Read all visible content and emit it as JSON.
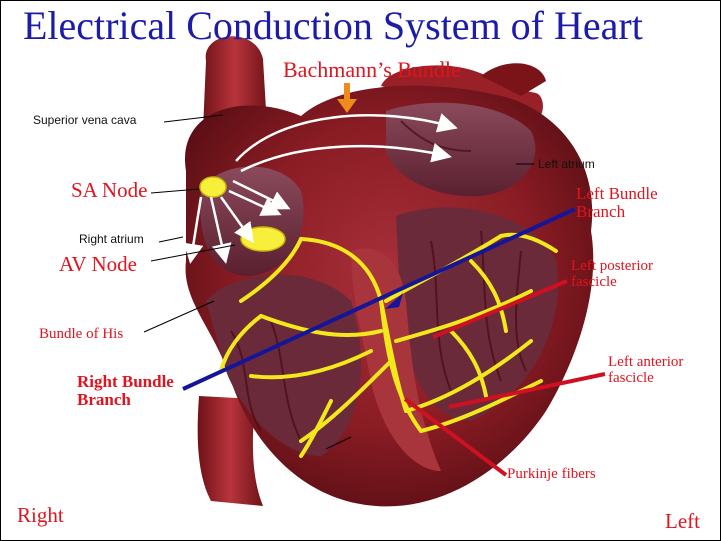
{
  "title": "Electrical Conduction System of Heart",
  "colors": {
    "title": "#1c1ca8",
    "red_label": "#e0141e",
    "dark_label": "#111111",
    "conduction_yellow": "#f2e81c",
    "node_yellow": "#f7ef3a",
    "pointer_blue": "#15159a",
    "pointer_red": "#cf1020",
    "bachmann_arrow": "#f08a1a",
    "muscle_dark": "#5e0f16",
    "muscle_mid": "#8e1c22",
    "muscle_light": "#b04448",
    "chamber_inner": "#7a3a4c"
  },
  "labels": {
    "bachmann": "Bachmann’s Bundle",
    "superior_vena_cava": "Superior vena cava",
    "left_atrium": "Left atrium",
    "sa_node": "SA Node",
    "right_atrium": "Right atrium",
    "av_node": "AV Node",
    "bundle_of_his": "Bundle of  His",
    "right_bundle_branch": [
      "Right Bundle",
      "Branch"
    ],
    "left_bundle_branch": [
      "Left Bundle",
      "Branch"
    ],
    "left_posterior_fascicle": [
      "Left posterior",
      "fascicle"
    ],
    "left_anterior_fascicle": [
      "Left anterior",
      "fascicle"
    ],
    "purkinje_fibers": "Purkinje fibers",
    "right": "Right",
    "left": "Left"
  },
  "icons": {
    "conduction_arrows": "white-arrow-icon",
    "bachmann_pointer": "orange-down-arrow-icon"
  }
}
